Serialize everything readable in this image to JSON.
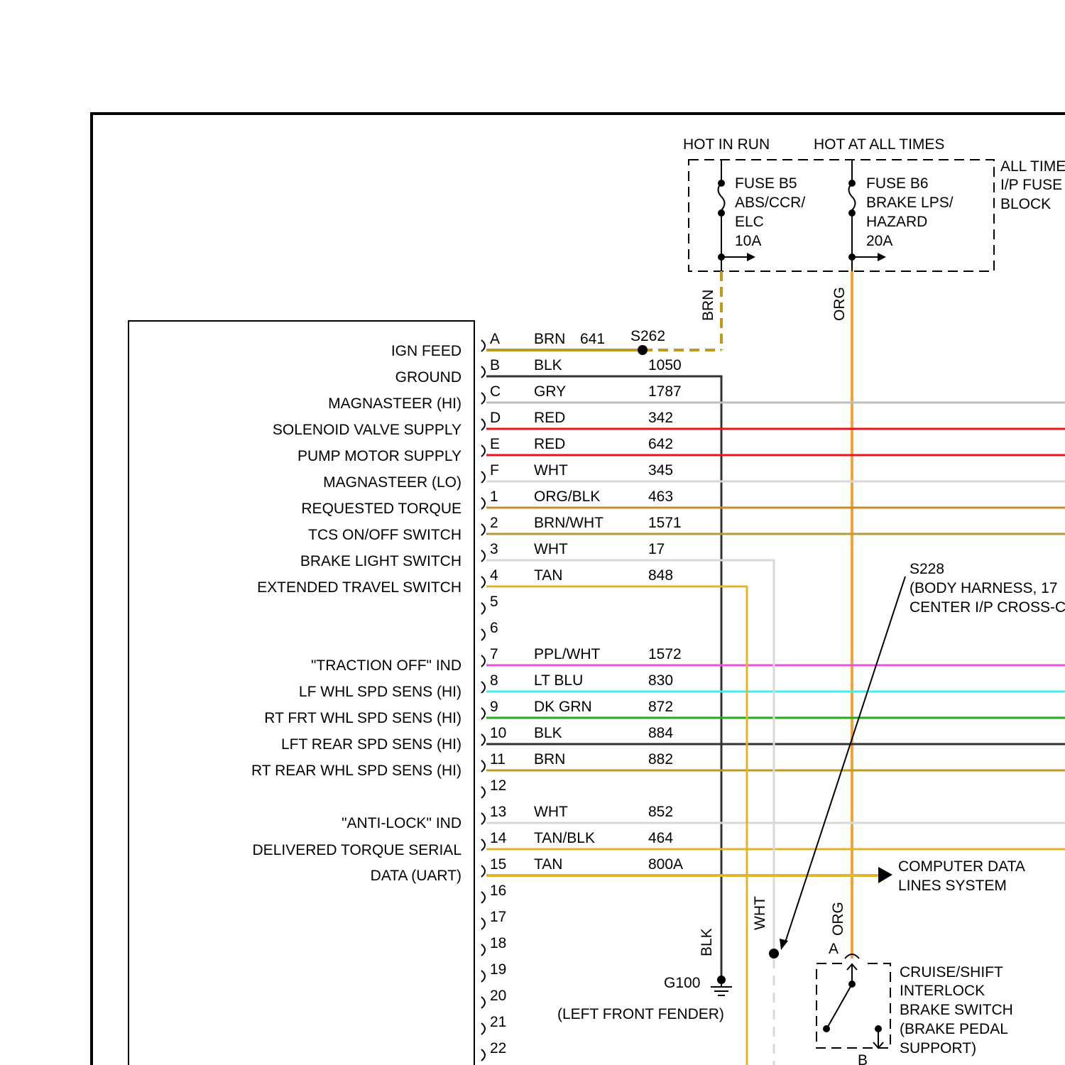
{
  "power": {
    "hot_in_run": "HOT IN RUN",
    "hot_at_all_times": "HOT AT ALL TIMES",
    "fuse_block": [
      "ALL TIMES",
      "I/P FUSE",
      "BLOCK"
    ],
    "fuse_b5": [
      "FUSE B5",
      "ABS/CCR/",
      "ELC",
      "10A"
    ],
    "fuse_b6": [
      "FUSE B6",
      "BRAKE LPS/",
      "HAZARD",
      "20A"
    ],
    "brn_vert": "BRN",
    "org_vert": "ORG",
    "splice_s262": "S262"
  },
  "module": {
    "signals": [
      "IGN FEED",
      "GROUND",
      "MAGNASTEER (HI)",
      "SOLENOID VALVE SUPPLY",
      "PUMP MOTOR SUPPLY",
      "MAGNASTEER (LO)",
      "REQUESTED TORQUE",
      "TCS ON/OFF SWITCH",
      "BRAKE LIGHT SWITCH",
      "EXTENDED TRAVEL SWITCH",
      "\"TRACTION OFF\" IND",
      "LF WHL SPD SENS (HI)",
      "RT FRT WHL SPD SENS (HI)",
      "LFT REAR SPD SENS (HI)",
      "RT REAR WHL SPD SENS (HI)",
      "\"ANTI-LOCK\" IND",
      "DELIVERED TORQUE SERIAL",
      "DATA (UART)"
    ]
  },
  "connector": {
    "pins": [
      {
        "pin": "A",
        "color": "BRN",
        "circuit": "641"
      },
      {
        "pin": "B",
        "color": "BLK",
        "circuit": "1050"
      },
      {
        "pin": "C",
        "color": "GRY",
        "circuit": "1787"
      },
      {
        "pin": "D",
        "color": "RED",
        "circuit": "342"
      },
      {
        "pin": "E",
        "color": "RED",
        "circuit": "642"
      },
      {
        "pin": "F",
        "color": "WHT",
        "circuit": "345"
      },
      {
        "pin": "1",
        "color": "ORG/BLK",
        "circuit": "463"
      },
      {
        "pin": "2",
        "color": "BRN/WHT",
        "circuit": "1571"
      },
      {
        "pin": "3",
        "color": "WHT",
        "circuit": "17"
      },
      {
        "pin": "4",
        "color": "TAN",
        "circuit": "848"
      },
      {
        "pin": "5",
        "color": "",
        "circuit": ""
      },
      {
        "pin": "6",
        "color": "",
        "circuit": ""
      },
      {
        "pin": "7",
        "color": "PPL/WHT",
        "circuit": "1572"
      },
      {
        "pin": "8",
        "color": "LT BLU",
        "circuit": "830"
      },
      {
        "pin": "9",
        "color": "DK GRN",
        "circuit": "872"
      },
      {
        "pin": "10",
        "color": "BLK",
        "circuit": "884"
      },
      {
        "pin": "11",
        "color": "BRN",
        "circuit": "882"
      },
      {
        "pin": "12",
        "color": "",
        "circuit": ""
      },
      {
        "pin": "13",
        "color": "WHT",
        "circuit": "852"
      },
      {
        "pin": "14",
        "color": "TAN/BLK",
        "circuit": "464"
      },
      {
        "pin": "15",
        "color": "TAN",
        "circuit": "800A"
      },
      {
        "pin": "16",
        "color": "",
        "circuit": ""
      },
      {
        "pin": "17",
        "color": "",
        "circuit": ""
      },
      {
        "pin": "18",
        "color": "",
        "circuit": ""
      },
      {
        "pin": "19",
        "color": "",
        "circuit": ""
      },
      {
        "pin": "20",
        "color": "",
        "circuit": ""
      },
      {
        "pin": "21",
        "color": "",
        "circuit": ""
      },
      {
        "pin": "22",
        "color": "",
        "circuit": ""
      }
    ]
  },
  "splice_s228": [
    "S228",
    "(BODY HARNESS, 17",
    "CENTER I/P CROSS-C"
  ],
  "data_lines": [
    "COMPUTER DATA",
    "LINES SYSTEM"
  ],
  "ground": {
    "id": "G100",
    "location": "(LEFT FRONT FENDER)",
    "blk_vert": "BLK"
  },
  "wht_vert": "WHT",
  "org_vert_lower": "ORG",
  "brake_switch": {
    "pin_a": "A",
    "pin_b": "B",
    "label": [
      "CRUISE/SHIFT",
      "INTERLOCK",
      "BRAKE SWITCH",
      "(BRAKE PEDAL",
      "SUPPORT)"
    ]
  },
  "wire_colors": {
    "brn": "#c09a1f",
    "blk": "#333333",
    "gry": "#bdbdbd",
    "red": "#e8141c",
    "wht": "#d9d9d9",
    "org_blk": "#c98a2e",
    "brn_wht": "#b49a3a",
    "tan": "#e1b52a",
    "ppl_wht": "#ec4fe0",
    "lt_blu": "#3ff0f0",
    "dk_grn": "#1faa1f",
    "org": "#f3a33a"
  }
}
